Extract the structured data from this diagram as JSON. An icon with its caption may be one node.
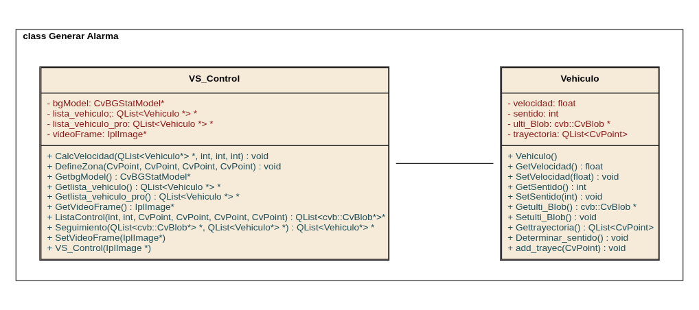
{
  "diagram": {
    "nodes": [
      {
        "text": [
          "class Generar Alarma"
        ]
      },
      {
        "text": [
          "VS_Control",
          "- bgModel: CvBGStatModel*",
          "- lista_vehiculo;: QList<Vehiculo *> *",
          "- lista_vehiculo_pro: QList<Vehiculo *> *",
          "- videoFrame: IplImage*",
          "+ CalcVelocidad(QList<Vehiculo*> *, int, int, int) : void",
          "+ DefineZona(CvPoint, CvPoint, CvPoint, CvPoint) : void",
          "+ GetbgModel() : CvBGStatModel*",
          "+ Getlista_vehiculo() : QList<Vehiculo *> *",
          "+ Getlista_vehiculo_pro() : QList<Vehiculo *> *",
          "+ GetVideoFrame() : IplImage*",
          "+ ListaControl(int, int, CvPoint, CvPoint, CvPoint, CvPoint) : QList<cvb::CvBlob*>*",
          "+ Seguimiento(QList<cvb::CvBlob*> *, QList<Vehiculo*> *) : QList<Vehiculo*> *",
          "+ SetVideoFrame(IplImage*)",
          "+ VS_Control(IplImage *)"
        ],
        "in": 0
      },
      {
        "text": [
          "Vehiculo",
          "- velocidad: float",
          "- sentido: int",
          "- ulti_Blob: cvb::CvBlob *",
          "- trayectoria: QList<CvPoint>",
          "+ Vehiculo()",
          "+ GetVelocidad() : float",
          "+ SetVelocidad(float) : void",
          "+ GetSentido() : int",
          "+ SetSentido(int) : void",
          "+ Getulti_Blob() : cvb::CvBlob *",
          "+ Setulti_Blob() : void",
          "+ Gettrayectoria() : QList<CvPoint>",
          "+ Determinar_sentido() : void",
          "+ add_trayec(CvPoint) : void"
        ],
        "in": 0
      }
    ],
    "edges": [
      {
        "from": 1,
        "to": 2,
        "arrow": "none"
      }
    ]
  }
}
